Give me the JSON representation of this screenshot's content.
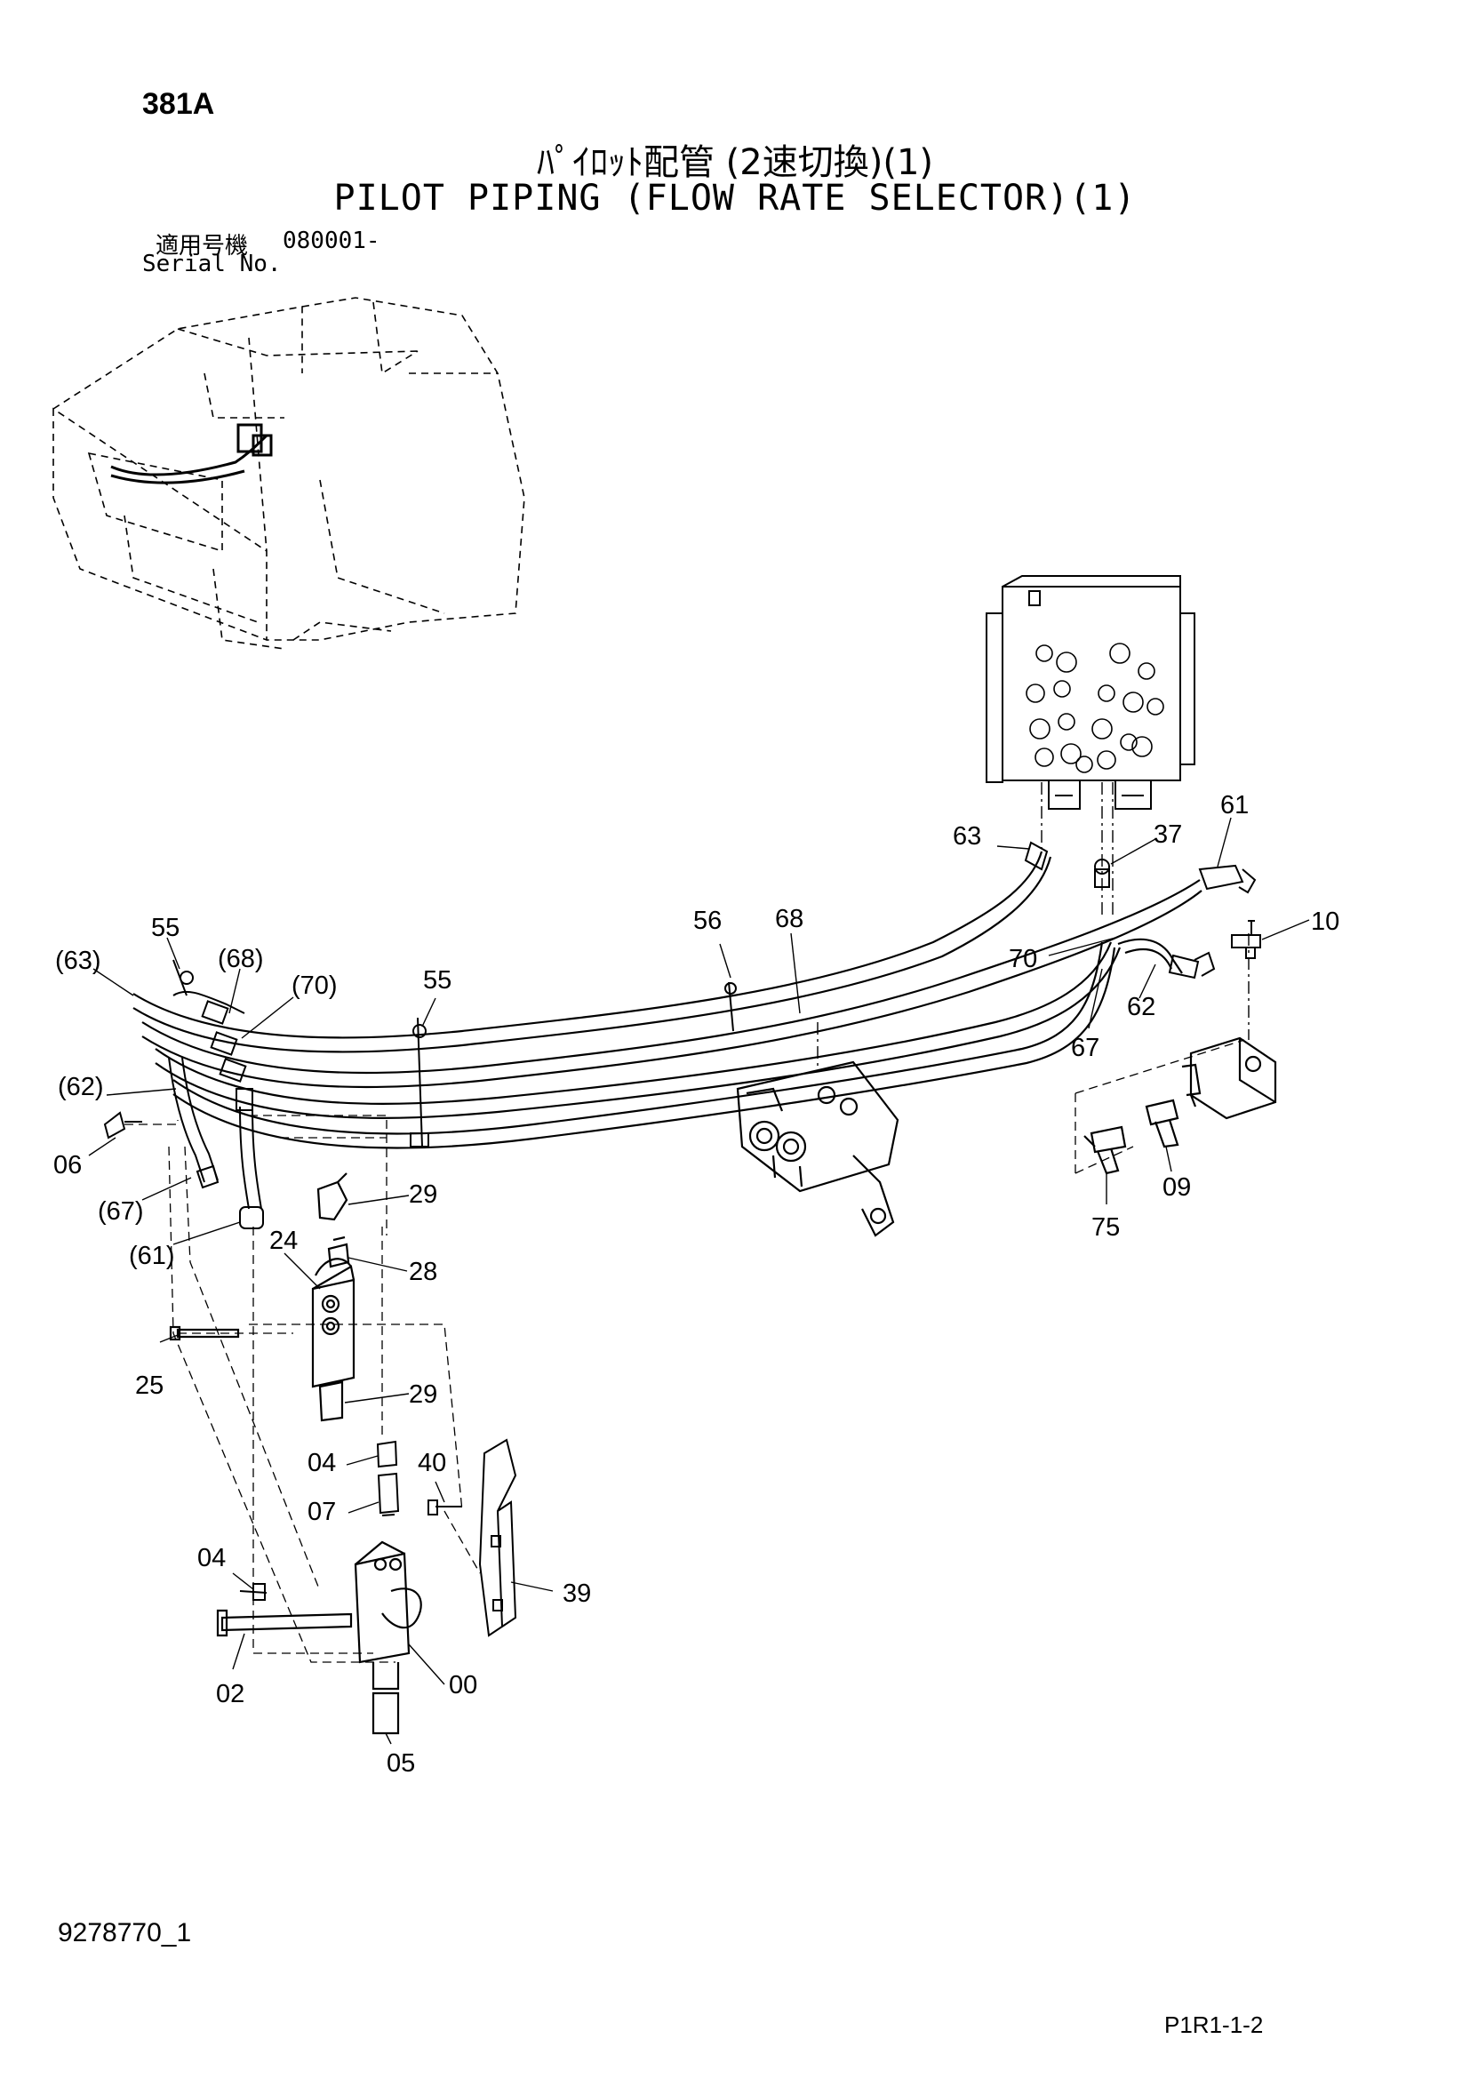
{
  "header": {
    "page_code": "381A",
    "title_jp": "ﾊﾟｲﾛｯﾄ配管 (2速切換)(1)",
    "title_en": "PILOT PIPING (FLOW RATE SELECTOR)(1)",
    "serial_label_jp": "適用号機",
    "serial_value": "080001-",
    "serial_label_en": "Serial No."
  },
  "callouts": [
    {
      "id": "c-63",
      "label": "63"
    },
    {
      "id": "c-37",
      "label": "37"
    },
    {
      "id": "c-61",
      "label": "61"
    },
    {
      "id": "c-10",
      "label": "10"
    },
    {
      "id": "c-56",
      "label": "56"
    },
    {
      "id": "c-68",
      "label": "68"
    },
    {
      "id": "c-70",
      "label": "70"
    },
    {
      "id": "c-62",
      "label": "62"
    },
    {
      "id": "c-67",
      "label": "67"
    },
    {
      "id": "c-55a",
      "label": "55"
    },
    {
      "id": "c-p63",
      "label": "(63)"
    },
    {
      "id": "c-p68",
      "label": "(68)"
    },
    {
      "id": "c-p70",
      "label": "(70)"
    },
    {
      "id": "c-55b",
      "label": "55"
    },
    {
      "id": "c-p62",
      "label": "(62)"
    },
    {
      "id": "c-06",
      "label": "06"
    },
    {
      "id": "c-p67",
      "label": "(67)"
    },
    {
      "id": "c-p61",
      "label": "(61)"
    },
    {
      "id": "c-29a",
      "label": "29"
    },
    {
      "id": "c-24",
      "label": "24"
    },
    {
      "id": "c-28",
      "label": "28"
    },
    {
      "id": "c-25",
      "label": "25"
    },
    {
      "id": "c-29b",
      "label": "29"
    },
    {
      "id": "c-04a",
      "label": "04"
    },
    {
      "id": "c-40",
      "label": "40"
    },
    {
      "id": "c-07",
      "label": "07"
    },
    {
      "id": "c-04b",
      "label": "04"
    },
    {
      "id": "c-39",
      "label": "39"
    },
    {
      "id": "c-02",
      "label": "02"
    },
    {
      "id": "c-00",
      "label": "00"
    },
    {
      "id": "c-05",
      "label": "05"
    },
    {
      "id": "c-09",
      "label": "09"
    },
    {
      "id": "c-75",
      "label": "75"
    }
  ],
  "footer": {
    "doc_number": "9278770_1",
    "page_ref": "P1R1-1-2"
  }
}
